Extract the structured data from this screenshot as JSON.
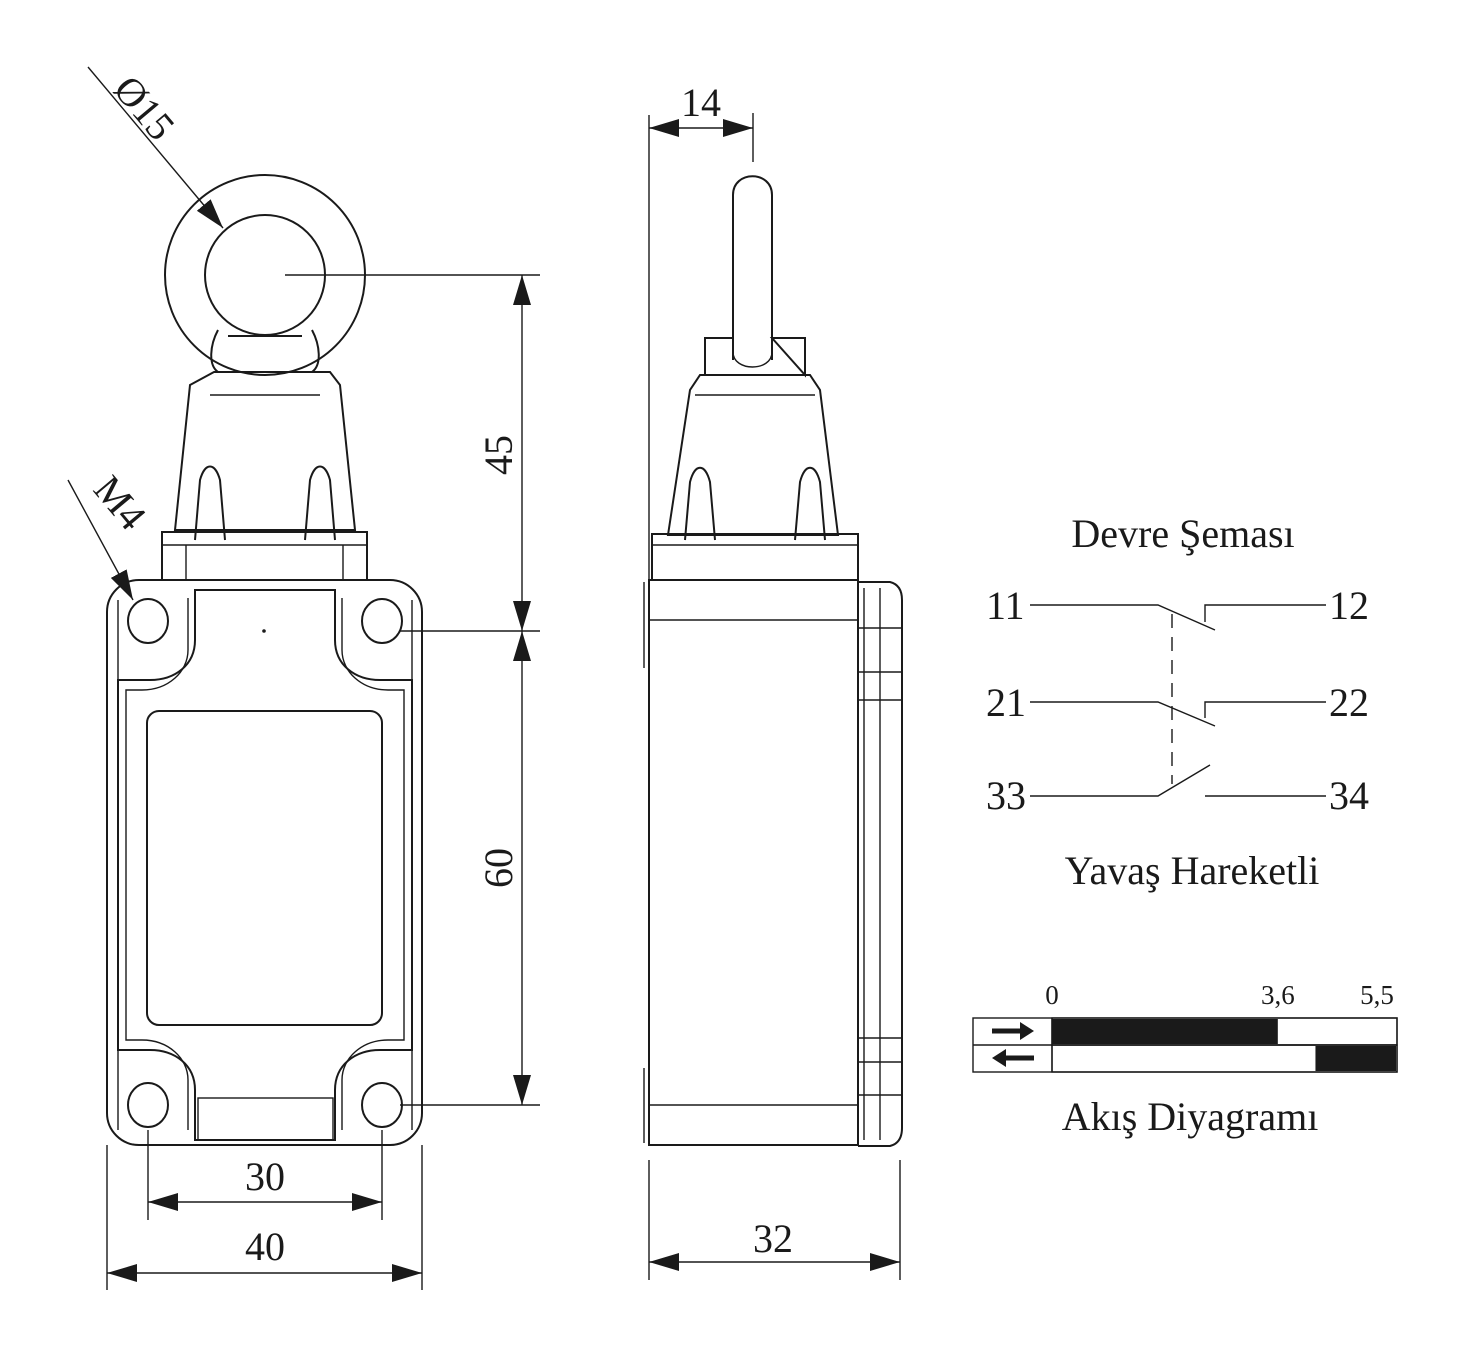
{
  "front_view": {
    "ring_diameter_label": "Ø15",
    "thread_label": "M4",
    "height_upper": "45",
    "height_lower": "60",
    "hole_spacing": "30",
    "body_width": "40"
  },
  "side_view": {
    "lever_offset": "14",
    "body_depth": "32"
  },
  "circuit": {
    "title": "Devre Şeması",
    "terminals": [
      "11",
      "12",
      "21",
      "22",
      "33",
      "34"
    ],
    "subtitle": "Yavaş Hareketli"
  },
  "flow": {
    "title": "Akış Diyagramı",
    "ticks": [
      "0",
      "3,6",
      "5,5"
    ],
    "row1_black": [
      0,
      3.6
    ],
    "row2_black": [
      4.2,
      5.5
    ],
    "max": 5.5
  }
}
